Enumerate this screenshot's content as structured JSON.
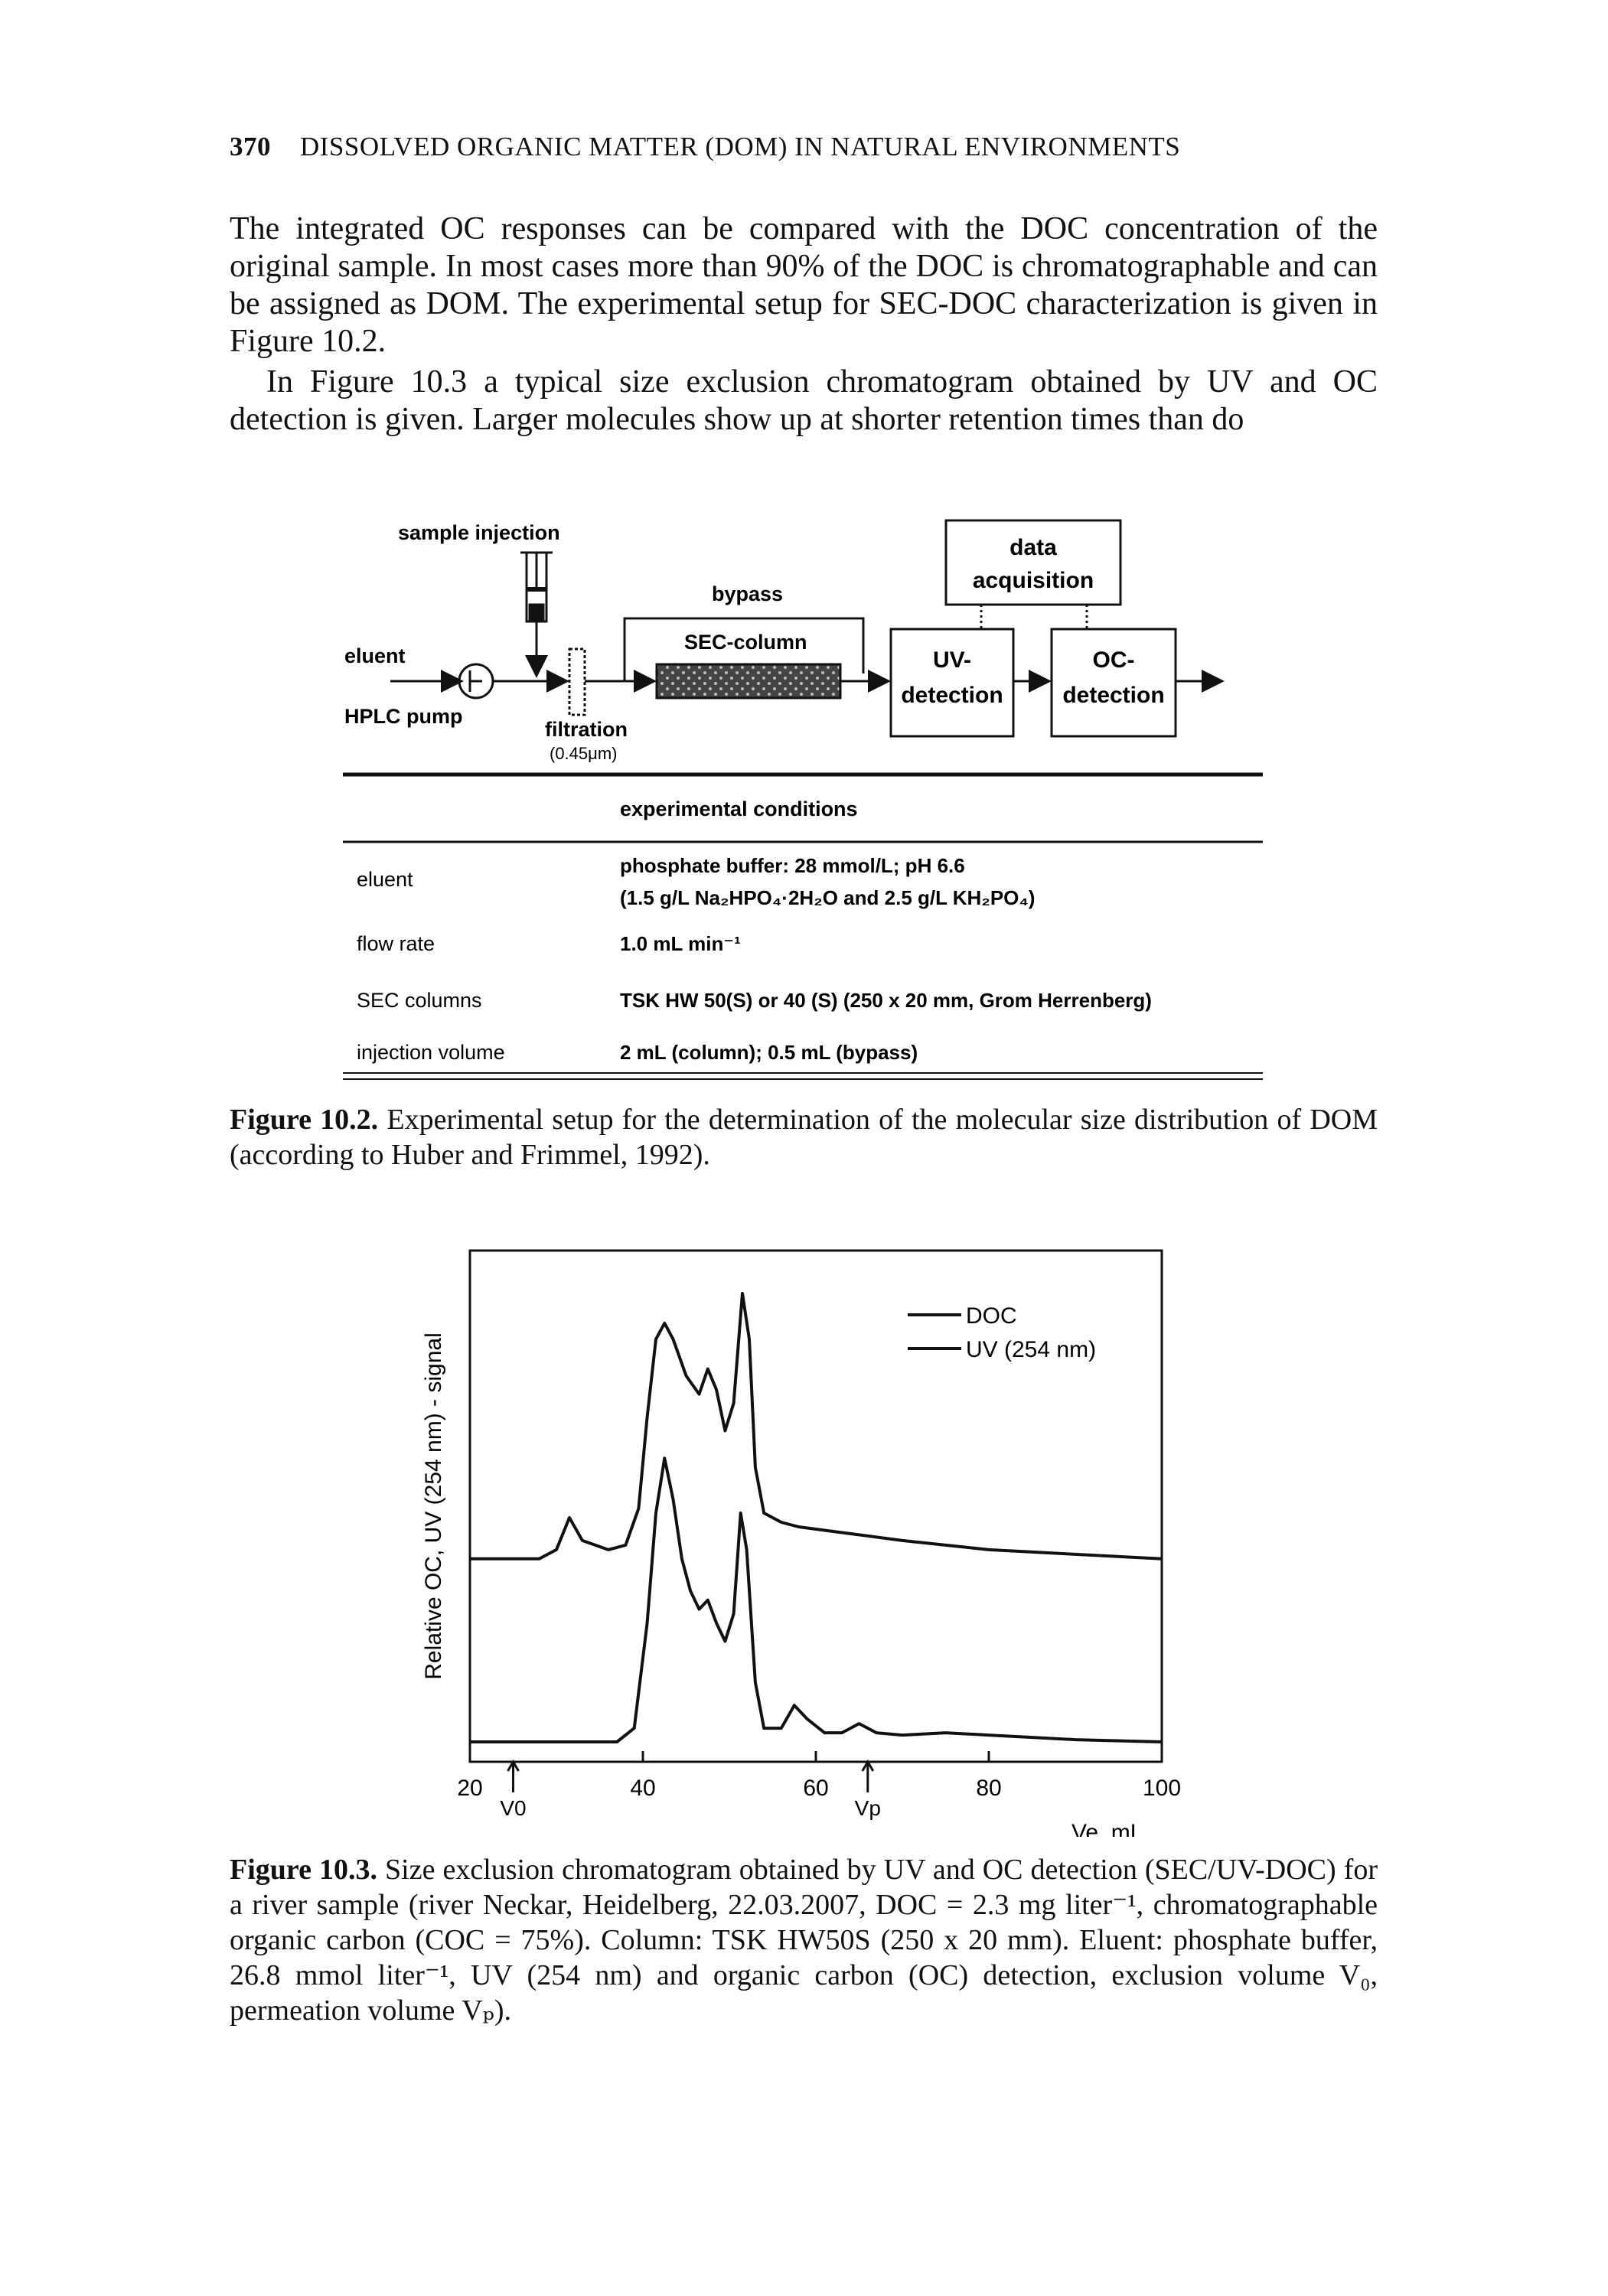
{
  "header": {
    "page_number": "370",
    "running_title": "DISSOLVED ORGANIC MATTER (DOM) IN NATURAL ENVIRONMENTS"
  },
  "body": {
    "para1": "The integrated OC responses can be compared with the DOC concentration of the original sample. In most cases more than 90% of the DOC is chromatographable and can be assigned as DOM. The experimental setup for SEC-DOC characterization is given in Figure 10.2.",
    "para2": "In Figure 10.3 a typical size exclusion chromatogram obtained by UV and OC detection is given. Larger molecules show up at shorter retention times than do"
  },
  "figure_10_2": {
    "labels": {
      "sample_injection": "sample injection",
      "eluent": "eluent",
      "hplc_pump": "HPLC pump",
      "filtration": "filtration",
      "filtration_size": "(0.45μm)",
      "bypass": "bypass",
      "sec_column": "SEC-column",
      "uv_line1": "UV-",
      "uv_line2": "detection",
      "oc_line1": "OC-",
      "oc_line2": "detection",
      "data_line1": "data",
      "data_line2": "acquisition"
    },
    "table": {
      "heading": "experimental conditions",
      "rows": [
        {
          "label": "eluent",
          "value": "phosphate buffer: 28 mmol/L; pH 6.6",
          "value2": "(1.5 g/L Na₂HPO₄·2H₂O and 2.5 g/L KH₂PO₄)"
        },
        {
          "label": "flow  rate",
          "value": "1.0 mL min⁻¹"
        },
        {
          "label": "SEC columns",
          "value": "TSK HW 50(S) or 40 (S) (250 x 20 mm, Grom Herrenberg)"
        },
        {
          "label": "injection volume",
          "value": "2 mL (column); 0.5 mL (bypass)"
        }
      ]
    },
    "caption_label": "Figure 10.2.",
    "caption_text": "Experimental setup for the determination of the molecular size distribution of DOM (according to Huber and Frimmel, 1992)."
  },
  "chart_data": {
    "type": "line",
    "xlabel": "Ve, mL",
    "ylabel": "Relative OC, UV (254 nm) - signal",
    "xlim": [
      20,
      100
    ],
    "ylim": [
      0,
      1
    ],
    "x_ticks": [
      20,
      40,
      60,
      80,
      100
    ],
    "annotations": [
      {
        "label": "V0",
        "x": 25
      },
      {
        "label": "Vp",
        "x": 66
      }
    ],
    "legend_position": "top-right",
    "series": [
      {
        "name": "DOC",
        "points": [
          [
            20,
            0.42
          ],
          [
            24,
            0.42
          ],
          [
            28,
            0.42
          ],
          [
            30,
            0.44
          ],
          [
            31.5,
            0.51
          ],
          [
            33,
            0.46
          ],
          [
            36,
            0.44
          ],
          [
            38,
            0.45
          ],
          [
            39.5,
            0.53
          ],
          [
            40.5,
            0.73
          ],
          [
            41.5,
            0.9
          ],
          [
            42.5,
            0.935
          ],
          [
            43.5,
            0.9
          ],
          [
            45,
            0.82
          ],
          [
            46.5,
            0.78
          ],
          [
            47.5,
            0.835
          ],
          [
            48.5,
            0.79
          ],
          [
            49.5,
            0.7
          ],
          [
            50.5,
            0.76
          ],
          [
            51.5,
            1.0
          ],
          [
            52.3,
            0.9
          ],
          [
            53,
            0.62
          ],
          [
            54,
            0.52
          ],
          [
            56,
            0.5
          ],
          [
            58,
            0.49
          ],
          [
            62,
            0.48
          ],
          [
            66,
            0.47
          ],
          [
            70,
            0.46
          ],
          [
            75,
            0.45
          ],
          [
            80,
            0.44
          ],
          [
            90,
            0.43
          ],
          [
            100,
            0.42
          ]
        ]
      },
      {
        "name": "UV (254 nm)",
        "points": [
          [
            20,
            0.02
          ],
          [
            30,
            0.02
          ],
          [
            37,
            0.02
          ],
          [
            39,
            0.05
          ],
          [
            40.5,
            0.28
          ],
          [
            41.5,
            0.52
          ],
          [
            42.5,
            0.64
          ],
          [
            43.5,
            0.55
          ],
          [
            44.5,
            0.42
          ],
          [
            45.5,
            0.35
          ],
          [
            46.5,
            0.31
          ],
          [
            47.5,
            0.33
          ],
          [
            48.5,
            0.28
          ],
          [
            49.5,
            0.24
          ],
          [
            50.5,
            0.3
          ],
          [
            51.3,
            0.52
          ],
          [
            52,
            0.44
          ],
          [
            53,
            0.15
          ],
          [
            54,
            0.05
          ],
          [
            56,
            0.05
          ],
          [
            57.5,
            0.1
          ],
          [
            59,
            0.07
          ],
          [
            61,
            0.04
          ],
          [
            63,
            0.04
          ],
          [
            65,
            0.06
          ],
          [
            67,
            0.04
          ],
          [
            70,
            0.035
          ],
          [
            75,
            0.04
          ],
          [
            80,
            0.035
          ],
          [
            90,
            0.025
          ],
          [
            100,
            0.02
          ]
        ]
      }
    ]
  },
  "figure_10_3": {
    "caption_label": "Figure 10.3.",
    "caption_text": "Size exclusion chromatogram obtained by UV and OC detection (SEC/UV-DOC) for a river sample (river Neckar, Heidelberg, 22.03.2007, DOC = 2.3 mg liter⁻¹, chromatographable organic carbon (COC = 75%). Column: TSK HW50S (250 x 20 mm). Eluent: phosphate buffer, 26.8 mmol liter⁻¹, UV (254 nm) and organic carbon (OC) detection, exclusion volume V₀, permeation volume Vₚ)."
  },
  "colors": {
    "ink": "#111111",
    "column_fill": "#444444",
    "paper": "#ffffff"
  }
}
